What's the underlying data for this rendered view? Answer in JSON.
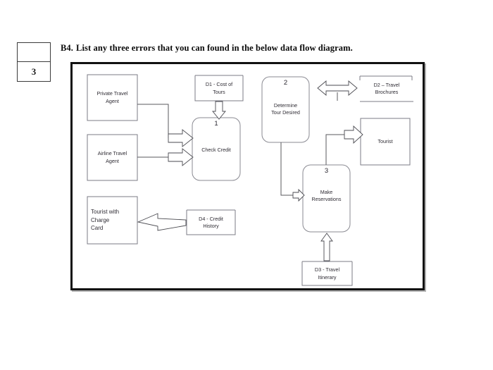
{
  "page": {
    "background": "#ffffff",
    "marks_box": {
      "top_cell": "",
      "bottom_cell": "3"
    },
    "question": {
      "number": "B4.",
      "text": "List any three errors that you can found in the below data flow diagram."
    }
  },
  "diagram": {
    "type": "data-flow-diagram",
    "frame_color": "#111111",
    "external_entities": [
      {
        "id": "private-travel-agent",
        "label": "Private Travel\nAgent"
      },
      {
        "id": "airline-travel-agent",
        "label": "Airline Travel\nAgent"
      },
      {
        "id": "tourist-with-charge-card",
        "label": "Tourist with\nCharge\nCard"
      },
      {
        "id": "tourist",
        "label": "Tourist"
      }
    ],
    "processes": [
      {
        "id": "check-credit",
        "number": "1",
        "label": "Check Credit"
      },
      {
        "id": "determine-tour-desired",
        "number": "2",
        "label": "Determine\nTour Desired"
      },
      {
        "id": "make-reservations",
        "number": "3",
        "label": "Make\nReservations"
      }
    ],
    "data_stores": [
      {
        "id": "d1",
        "label": "D1 - Cost of\nTours"
      },
      {
        "id": "d2",
        "label": "D2 – Travel\nBrochures"
      },
      {
        "id": "d3",
        "label": "D3 - Travel\nItinerary"
      },
      {
        "id": "d4",
        "label": "D4 - Credit\nHistory"
      }
    ],
    "flows": [
      {
        "from": "private-travel-agent",
        "to": "check-credit",
        "style": "block-arrow-right"
      },
      {
        "from": "airline-travel-agent",
        "to": "check-credit",
        "style": "block-arrow-right"
      },
      {
        "from": "d1",
        "to": "check-credit",
        "style": "block-arrow-down"
      },
      {
        "from": "determine-tour-desired",
        "to": "d2",
        "style": "block-arrow-double"
      },
      {
        "from": "determine-tour-desired",
        "to": "make-reservations",
        "style": "block-arrow-right"
      },
      {
        "from": "make-reservations",
        "to": "tourist",
        "style": "block-arrow-right"
      },
      {
        "from": "d3",
        "to": "make-reservations",
        "style": "block-arrow-up"
      },
      {
        "from": "d4",
        "to": "tourist-with-charge-card",
        "style": "block-arrow-left"
      }
    ]
  }
}
